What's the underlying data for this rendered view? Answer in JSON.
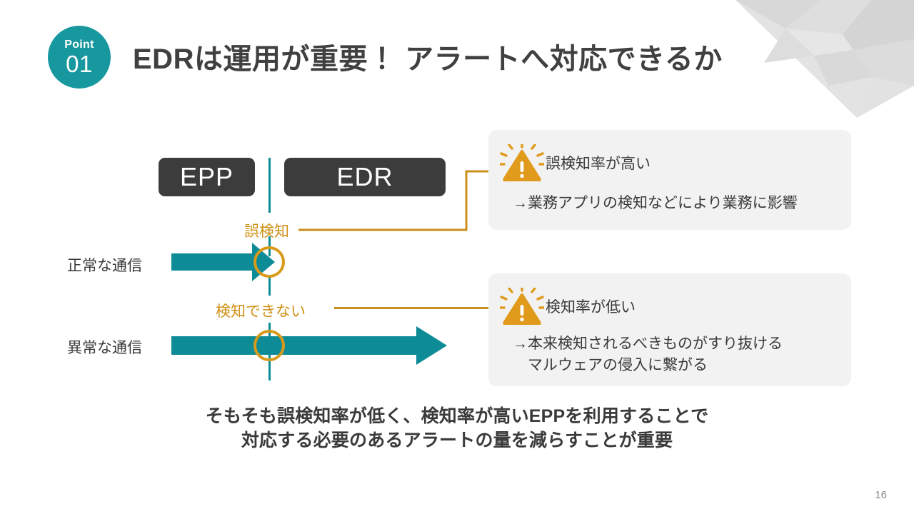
{
  "slide": {
    "page_number": "16",
    "badge": {
      "word": "Point",
      "number": "01"
    },
    "title": "EDRは運用が重要！ アラートへ対応できるか"
  },
  "diagram": {
    "products": [
      {
        "id": "epp",
        "label": "EPP"
      },
      {
        "id": "edr",
        "label": "EDR"
      }
    ],
    "flows": [
      {
        "id": "normal",
        "label": "正常な通信"
      },
      {
        "id": "abnormal",
        "label": "異常な通信"
      }
    ],
    "markers": [
      {
        "id": "false-positive",
        "label": "誤検知"
      },
      {
        "id": "not-detected",
        "label": "検知できない"
      }
    ]
  },
  "callouts": [
    {
      "id": "false-positive-rate",
      "icon": "warning-triangle-icon",
      "heading": "誤検知率が高い",
      "body_line_1": "→業務アプリの検知などにより業務に影響",
      "body_line_2": ""
    },
    {
      "id": "detection-rate",
      "icon": "warning-triangle-icon",
      "heading": "検知率が低い",
      "body_line_1": "→本来検知されるべきものがすり抜ける",
      "body_line_2": "マルウェアの侵入に繋がる"
    }
  ],
  "summary": {
    "line_1": "そもそも誤検知率が低く、検知率が高いEPPを利用することで",
    "line_2": "対応する必要のあるアラートの量を減らすことが重要"
  },
  "colors": {
    "teal": "#0d8b97",
    "badge_teal": "#17989f",
    "orange": "#d89a1b",
    "connector_orange": "#c8901b",
    "box_dark": "#3c3c3c",
    "callout_bg": "#f2f2f2",
    "text": "#3a3a3a"
  }
}
